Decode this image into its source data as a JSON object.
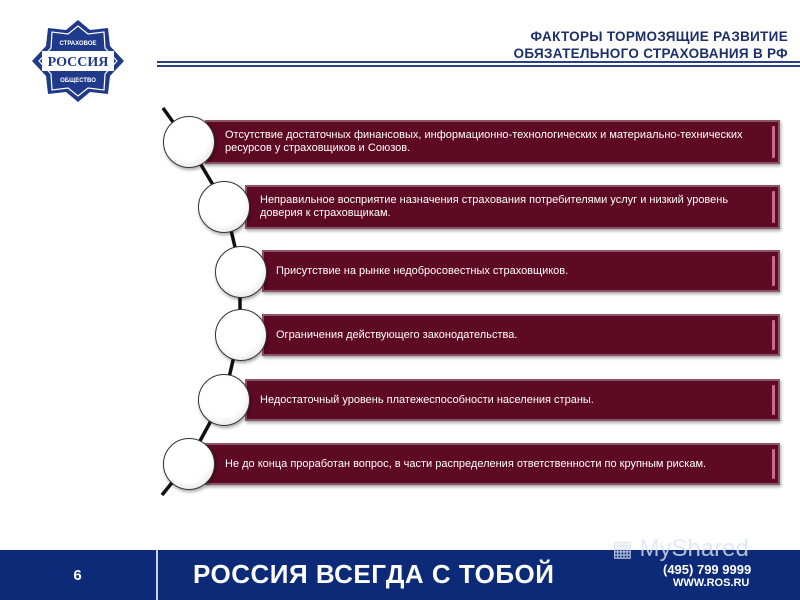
{
  "logo": {
    "top_text": "СТРАХОВОЕ",
    "main_text": "РОССИЯ",
    "bottom_text": "ОБЩЕСТВО",
    "color": "#1f3a8a"
  },
  "header": {
    "title_line1": "ФАКТОРЫ ТОРМОЗЯЩИЕ РАЗВИТИЕ",
    "title_line2": "ОБЯЗАТЕЛЬНОГО СТРАХОВАНИЯ В РФ"
  },
  "factors": [
    {
      "text": "Отсутствие достаточных финансовых,  информационно-технологических и материально-технических ресурсов у страховщиков и Союзов."
    },
    {
      "text": "Неправильное восприятие назначения страхования потребителями услуг и низкий уровень доверия к страховщикам."
    },
    {
      "text": "Присутствие на рынке недобросовестных страховщиков."
    },
    {
      "text": "Ограничения действующего законодательства."
    },
    {
      "text": "Недостаточный уровень платежеспособности населения страны."
    },
    {
      "text": "Не до конца проработан вопрос, в части распределения ответственности по крупным рискам."
    }
  ],
  "colors": {
    "bar_fill": "#5e0a24",
    "bar_border": "#8a5566",
    "footer_bg": "#0d2a78",
    "title_color": "#1c2f6b"
  },
  "footer": {
    "page_number": "6",
    "slogan": "РОССИЯ ВСЕГДА С ТОБОЙ",
    "phone": "(495) 799 9999",
    "website": "WWW.ROS.RU"
  },
  "watermark": {
    "text": "MyShared"
  }
}
